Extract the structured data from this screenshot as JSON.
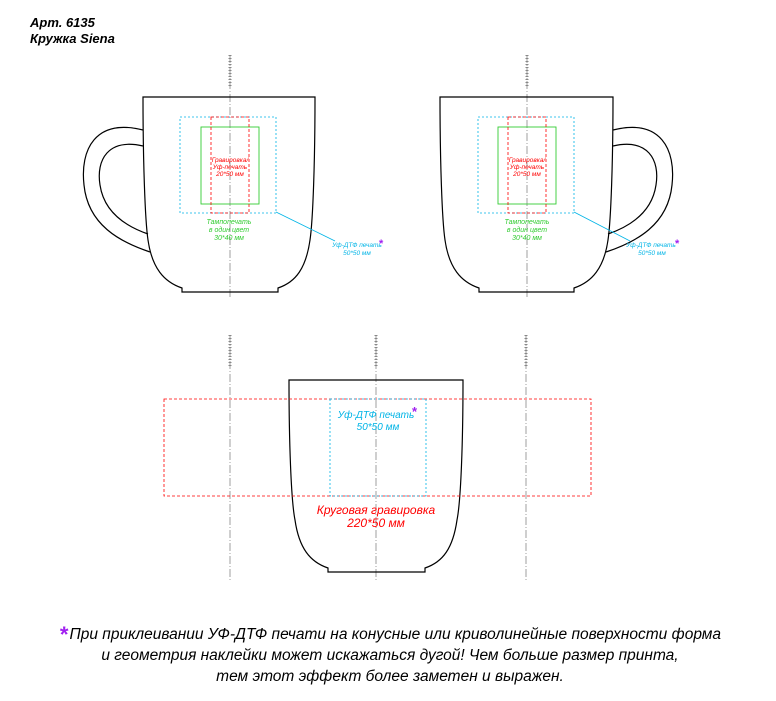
{
  "header": {
    "article": "Арт. 6135",
    "product": "Кружка Siena"
  },
  "left_view": {
    "engraving_label_1": "Гравировка/",
    "engraving_label_2": "Уф-печать",
    "engraving_size": "20*50 мм",
    "pad_label_1": "Тампопечать",
    "pad_label_2": "в один цвет",
    "pad_size": "30*40 мм",
    "uv_label": "Уф-ДТФ печать",
    "uv_size": "50*50 мм",
    "star": "*"
  },
  "right_view": {
    "engraving_label_1": "Гравировка/",
    "engraving_label_2": "Уф-печать",
    "engraving_size": "20*50 мм",
    "pad_label_1": "Тампопечать",
    "pad_label_2": "в один цвет",
    "pad_size": "30*40 мм",
    "uv_label": "Уф-ДТФ печать",
    "uv_size": "50*50 мм",
    "star": "*"
  },
  "front_view": {
    "uv_label": "Уф-ДТФ печать",
    "uv_size": "50*50 мм",
    "star": "*",
    "wrap_label": "Круговая гравировка",
    "wrap_size": "220*50 мм"
  },
  "footnote": {
    "star": "*",
    "line_1": "При приклеивании УФ-ДТФ печати на конусные или криволинейные поверхности форма",
    "line_2": "и геометрия наклейки может искажаться дугой! Чем больше размер принта,",
    "line_3": "тем этот эффект более заметен и выражен."
  },
  "colors": {
    "engraving": "#ff0000",
    "pad_print": "#33cc33",
    "uv_dtf": "#00b4e6",
    "star": "#a020f0",
    "outline": "#000000",
    "center_line": "#888888"
  }
}
